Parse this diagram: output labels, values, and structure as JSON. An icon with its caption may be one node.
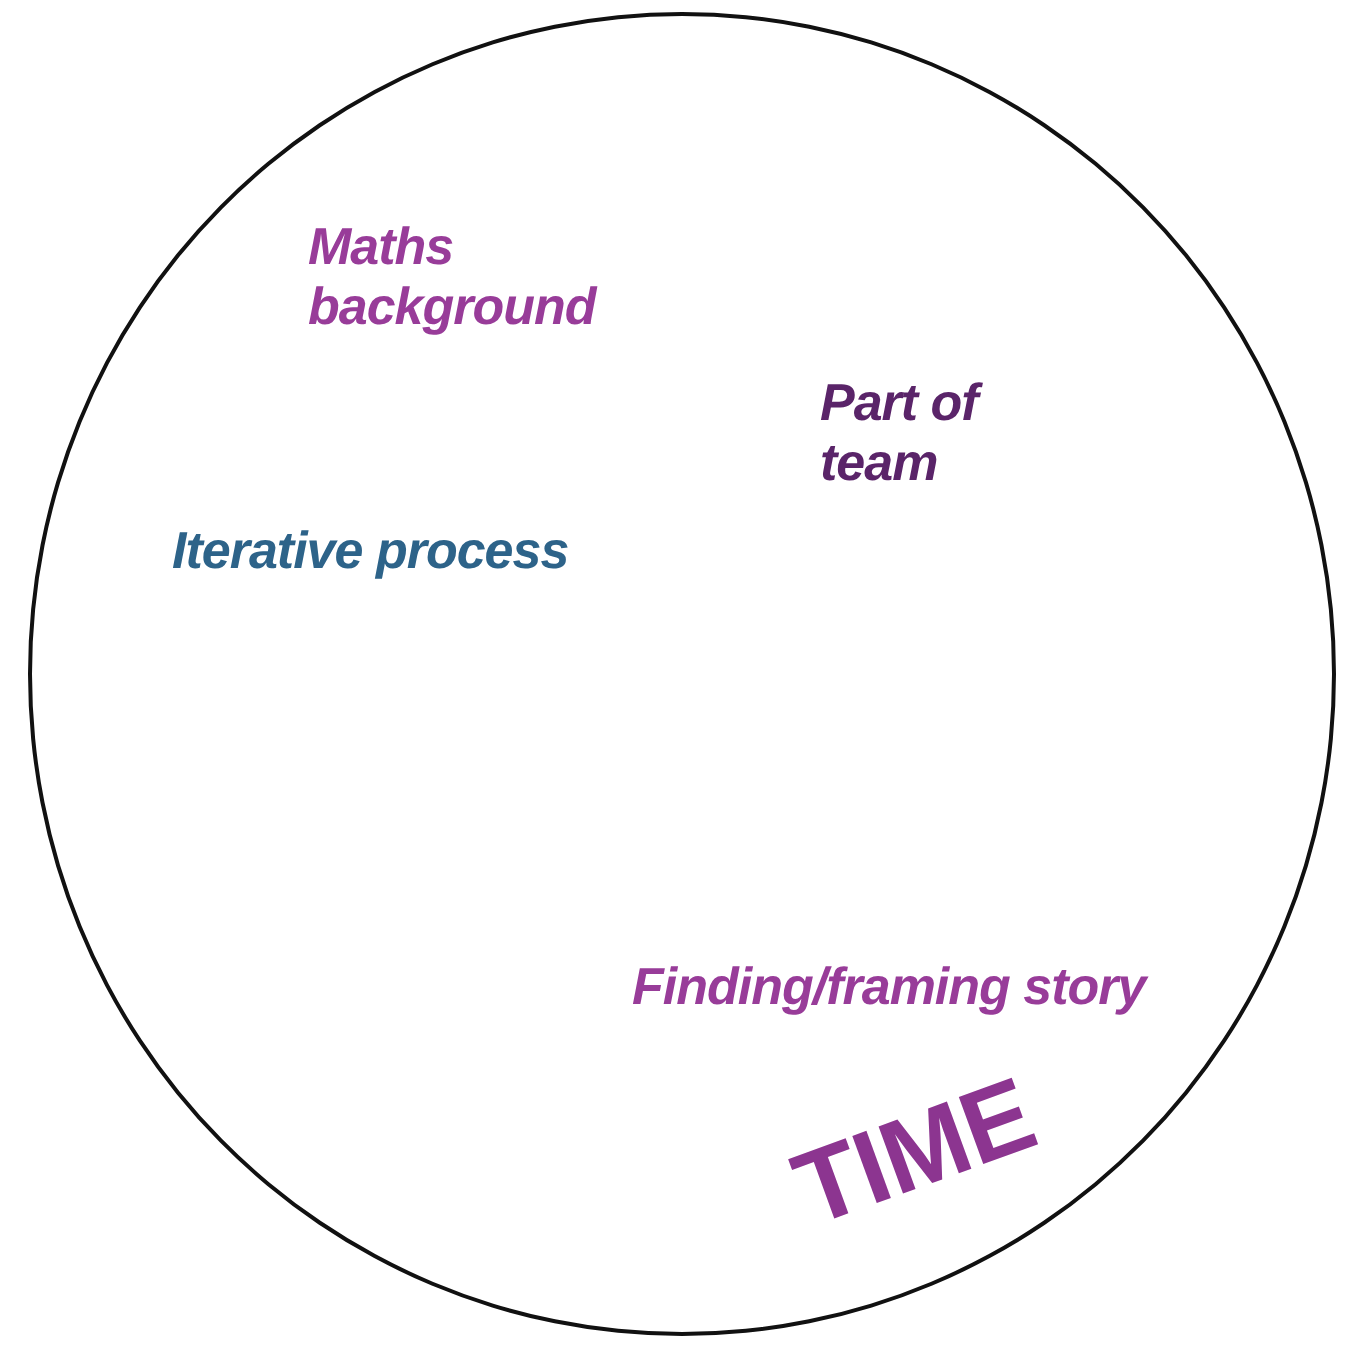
{
  "diagram": {
    "nodes": [
      {
        "text": [
          "Maths background",
          "Part of team",
          "Iterative process",
          "Finding/framing story",
          "TIME"
        ]
      }
    ]
  }
}
